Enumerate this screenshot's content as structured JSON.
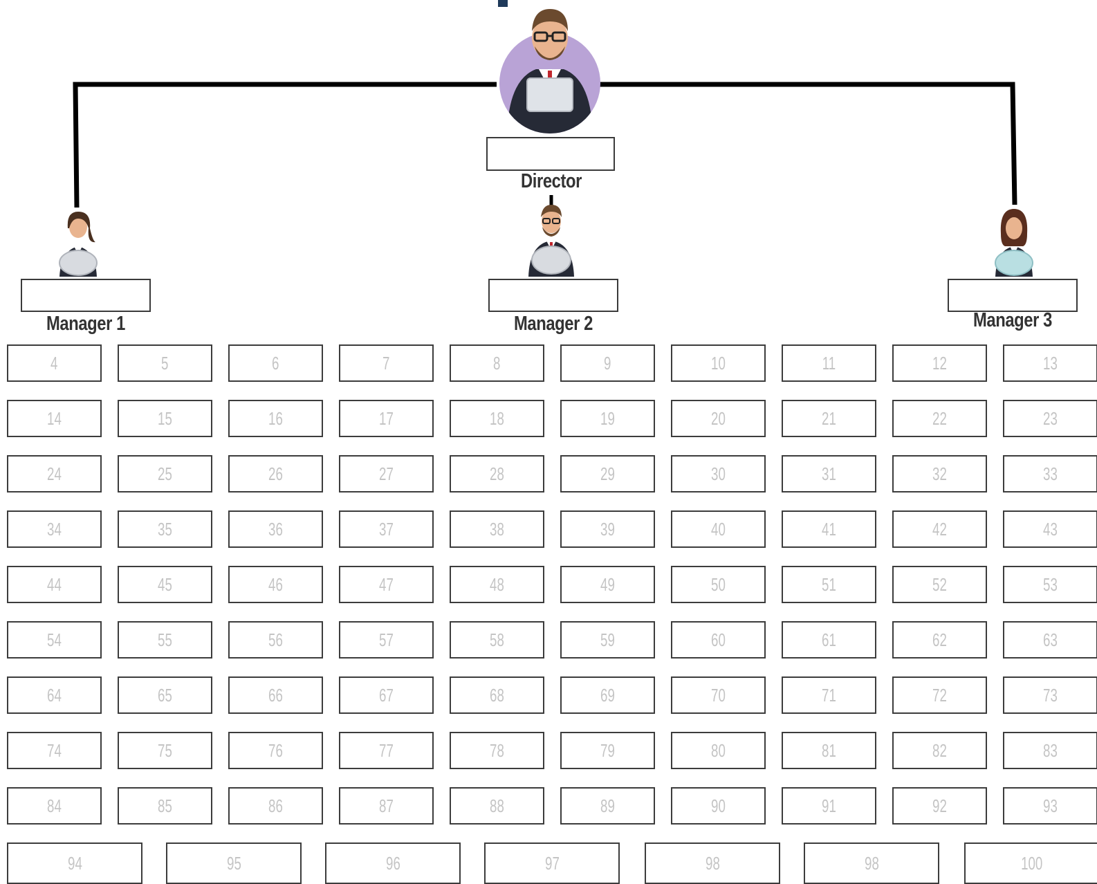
{
  "director": {
    "role": "Director",
    "name_value": ""
  },
  "managers": [
    {
      "role": "Manager 1",
      "name_value": ""
    },
    {
      "role": "Manager 2",
      "name_value": ""
    },
    {
      "role": "Manager 3",
      "name_value": ""
    }
  ],
  "staff_rows": [
    [
      "4",
      "5",
      "6",
      "7",
      "8",
      "9",
      "10",
      "11",
      "12",
      "13"
    ],
    [
      "14",
      "15",
      "16",
      "17",
      "18",
      "19",
      "20",
      "21",
      "22",
      "23"
    ],
    [
      "24",
      "25",
      "26",
      "27",
      "28",
      "29",
      "30",
      "31",
      "32",
      "33"
    ],
    [
      "34",
      "35",
      "36",
      "37",
      "38",
      "39",
      "40",
      "41",
      "42",
      "43"
    ],
    [
      "44",
      "45",
      "46",
      "47",
      "48",
      "49",
      "50",
      "51",
      "52",
      "53"
    ],
    [
      "54",
      "55",
      "56",
      "57",
      "58",
      "59",
      "60",
      "61",
      "62",
      "63"
    ],
    [
      "64",
      "65",
      "66",
      "67",
      "68",
      "69",
      "70",
      "71",
      "72",
      "73"
    ],
    [
      "74",
      "75",
      "76",
      "77",
      "78",
      "79",
      "80",
      "81",
      "82",
      "83"
    ],
    [
      "84",
      "85",
      "86",
      "87",
      "88",
      "89",
      "90",
      "91",
      "92",
      "93"
    ]
  ],
  "staff_last_row": [
    "94",
    "95",
    "96",
    "97",
    "98",
    "98",
    "100"
  ],
  "colors": {
    "line": "#000000",
    "box_border": "#3a3a3a",
    "placeholder_text": "#c4c4c4",
    "avatar_circle": "#b9a3d6",
    "title_bar": "#1f3a5a"
  },
  "icons": [
    "director-avatar-icon",
    "manager-1-avatar-icon",
    "manager-2-avatar-icon",
    "manager-3-avatar-icon"
  ]
}
